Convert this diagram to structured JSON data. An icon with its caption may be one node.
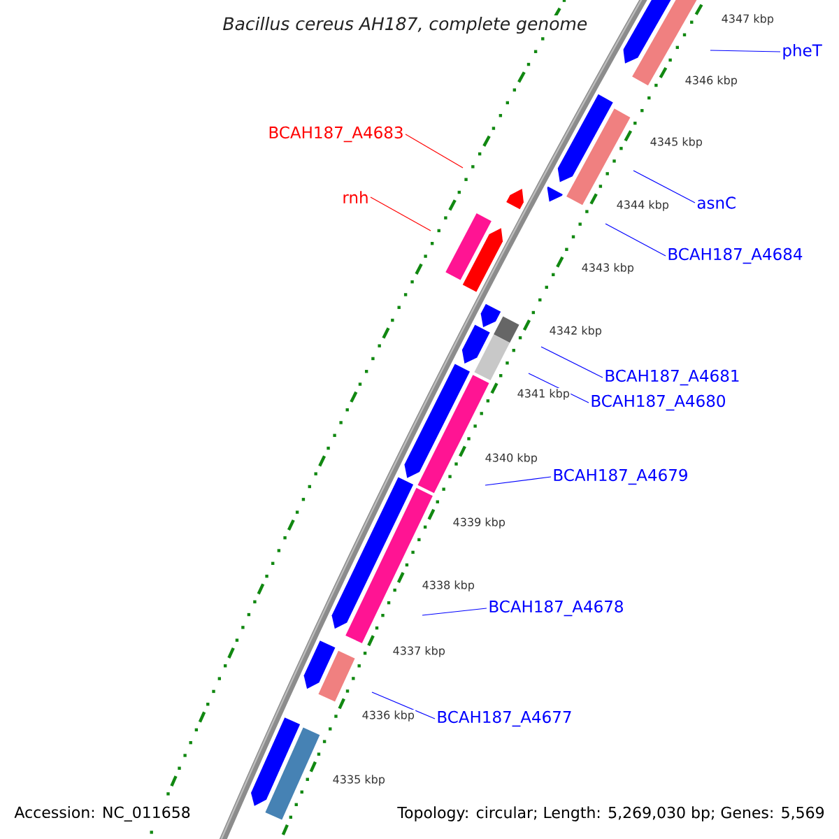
{
  "diagram": {
    "title": "Bacillus cereus AH187, complete genome",
    "nodes": [
      {
        "text": [
          "pheT"
        ]
      },
      {
        "text": [
          "BCAH187_A4683"
        ]
      },
      {
        "text": [
          "rnh"
        ]
      },
      {
        "text": [
          "asnC"
        ]
      },
      {
        "text": [
          "BCAH187_A4684"
        ]
      },
      {
        "text": [
          "BCAH187_A4681"
        ]
      },
      {
        "text": [
          "BCAH187_A4680"
        ]
      },
      {
        "text": [
          "BCAH187_A4679"
        ]
      },
      {
        "text": [
          "BCAH187_A4678"
        ]
      },
      {
        "text": [
          "BCAH187_A4677"
        ]
      }
    ],
    "edges": [
      {
        "from": 0,
        "to": null,
        "arrow": "none"
      },
      {
        "from": 1,
        "to": null,
        "arrow": "none",
        "color": "#ff0000"
      },
      {
        "from": 2,
        "to": null,
        "arrow": "none",
        "color": "#ff0000"
      },
      {
        "from": 3,
        "to": null,
        "arrow": "none"
      },
      {
        "from": 4,
        "to": null,
        "arrow": "none"
      },
      {
        "from": 5,
        "to": null,
        "arrow": "none"
      },
      {
        "from": 6,
        "to": null,
        "arrow": "none"
      },
      {
        "from": 7,
        "to": null,
        "arrow": "none"
      },
      {
        "from": 8,
        "to": null,
        "arrow": "none"
      },
      {
        "from": 9,
        "to": null,
        "arrow": "none"
      }
    ],
    "labels": [
      "4347 kbp",
      "4346 kbp",
      "4345 kbp",
      "4344 kbp",
      "4343 kbp",
      "4342 kbp",
      "4341 kbp",
      "4340 kbp",
      "4339 kbp",
      "4338 kbp",
      "4337 kbp",
      "4336 kbp",
      "4335 kbp",
      "Accession: NC_011658",
      "Topology: circular; Length: 5,269,030 bp; Genes: 5,569"
    ]
  }
}
